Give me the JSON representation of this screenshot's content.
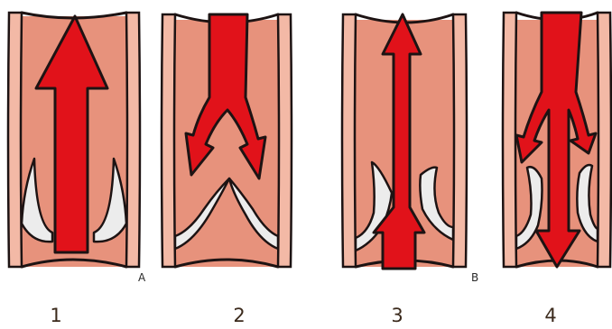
{
  "panels": [
    {
      "number": "1",
      "letter": "A"
    },
    {
      "number": "2",
      "letter": ""
    },
    {
      "number": "3",
      "letter": "B"
    },
    {
      "number": "4",
      "letter": ""
    }
  ],
  "colors": {
    "lumen": "#e7927c",
    "wall": "#f3b9a6",
    "outline": "#1d1313",
    "valve": "#ececec",
    "arrow": "#e1121a",
    "label": "#3b2a1c"
  }
}
